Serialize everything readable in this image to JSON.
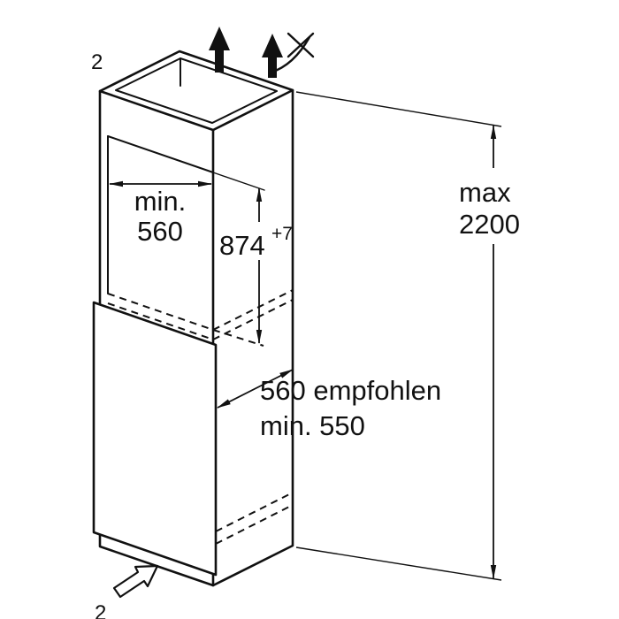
{
  "figure": {
    "top_corner_label": "2",
    "bottom_corner_label": "2",
    "niche_width": {
      "line1": "min.",
      "line2": "560"
    },
    "niche_height": {
      "value": "874",
      "tolerance": "+7"
    },
    "total_height": {
      "line1": "max",
      "line2": "2200"
    },
    "depth": {
      "line1": "560 empfohlen",
      "line2": "min. 550"
    },
    "icons": {
      "air_out_1": "up-arrow",
      "air_out_2": "up-arrow",
      "no_duct": "crossed-arc",
      "air_in": "outline-up-right-arrow"
    },
    "colors": {
      "line": "#111111",
      "background": "#ffffff"
    }
  }
}
